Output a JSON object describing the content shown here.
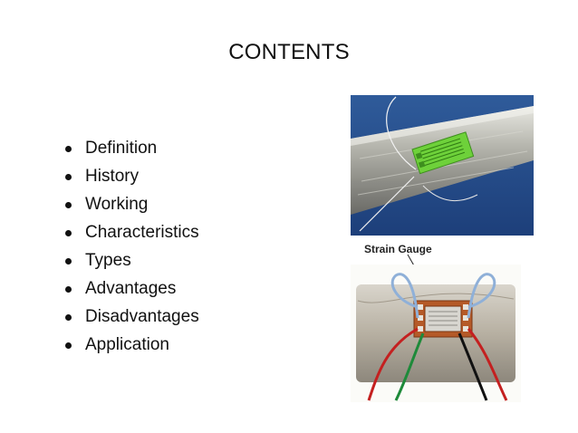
{
  "title": "CONTENTS",
  "bullets": [
    "Definition",
    "History",
    "Working",
    "Characteristics",
    "Types",
    "Advantages",
    "Disadvantages",
    "Application"
  ],
  "image_caption": "Strain Gauge"
}
